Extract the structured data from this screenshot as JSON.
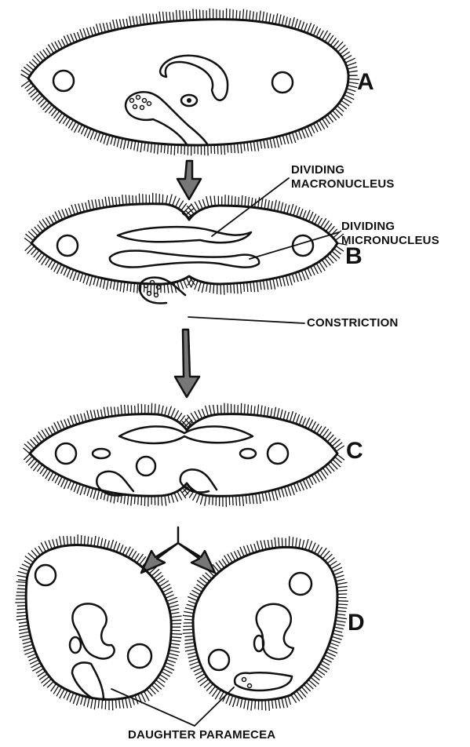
{
  "stages": {
    "a": "A",
    "b": "B",
    "c": "C",
    "d": "D"
  },
  "labels": {
    "dividing_macronucleus_line1": "DIVIDING",
    "dividing_macronucleus_line2": "MACRONUCLEUS",
    "dividing_micronucleus_line1": "DIVIDING",
    "dividing_micronucleus_line2": "MICRONUCLEUS",
    "constriction": "CONSTRICTION",
    "daughter_paramecea": "DAUGHTER PARAMECEA"
  },
  "colors": {
    "ink": "#111111",
    "paper": "#ffffff"
  }
}
